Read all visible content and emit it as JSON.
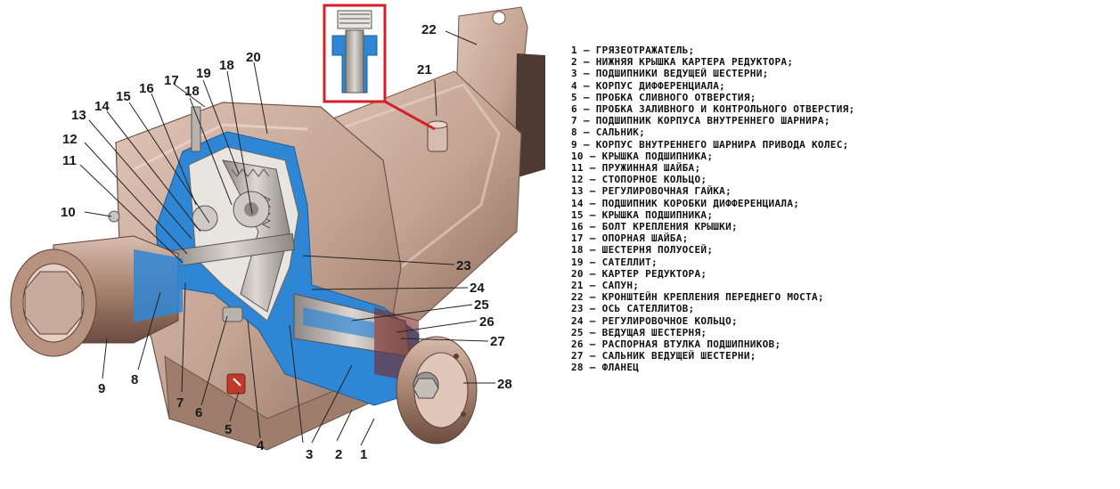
{
  "callouts": [
    {
      "num": "1",
      "text": "ГРЯЗЕОТРАЖАТЕЛЬ;"
    },
    {
      "num": "2",
      "text": "НИЖНЯЯ КРЫШКА КАРТЕРА РЕДУКТОРА;"
    },
    {
      "num": "3",
      "text": "ПОДШИПНИКИ ВЕДУЩЕЙ ШЕСТЕРНИ;"
    },
    {
      "num": "4",
      "text": "КОРПУС ДИФФЕРЕНЦИАЛА;"
    },
    {
      "num": "5",
      "text": "ПРОБКА СЛИВНОГО ОТВЕРСТИЯ;"
    },
    {
      "num": "6",
      "text": "ПРОБКА ЗАЛИВНОГО И КОНТРОЛЬНОГО ОТВЕРСТИЯ;"
    },
    {
      "num": "7",
      "text": "ПОДШИПНИК КОРПУСА ВНУТРЕННЕГО ШАРНИРА;"
    },
    {
      "num": "8",
      "text": "САЛЬНИК;"
    },
    {
      "num": "9",
      "text": "КОРПУС ВНУТРЕННЕГО ШАРНИРА ПРИВОДА КОЛЕС;"
    },
    {
      "num": "10",
      "text": "КРЫШКА ПОДШИПНИКА;"
    },
    {
      "num": "11",
      "text": "ПРУЖИННАЯ ШАЙБА;"
    },
    {
      "num": "12",
      "text": "СТОПОРНОЕ КОЛЬЦО;"
    },
    {
      "num": "13",
      "text": "РЕГУЛИРОВОЧНАЯ ГАЙКА;"
    },
    {
      "num": "14",
      "text": "ПОДШИПНИК КОРОБКИ ДИФФЕРЕНЦИАЛА;"
    },
    {
      "num": "15",
      "text": "КРЫШКА ПОДШИПНИКА;"
    },
    {
      "num": "16",
      "text": "БОЛТ КРЕПЛЕНИЯ КРЫШКИ;"
    },
    {
      "num": "17",
      "text": "ОПОРНАЯ ШАЙБА;"
    },
    {
      "num": "18",
      "text": "ШЕСТЕРНЯ ПОЛУОСЕЙ;"
    },
    {
      "num": "19",
      "text": "САТЕЛЛИТ;"
    },
    {
      "num": "20",
      "text": "КАРТЕР РЕДУКТОРА;"
    },
    {
      "num": "21",
      "text": "САПУН;"
    },
    {
      "num": "22",
      "text": "КРОНШТЕЙН КРЕПЛЕНИЯ ПЕРЕДНЕГО МОСТА;"
    },
    {
      "num": "23",
      "text": "ОСЬ САТЕЛЛИТОВ;"
    },
    {
      "num": "24",
      "text": "РЕГУЛИРОВОЧНОЕ КОЛЬЦО;"
    },
    {
      "num": "25",
      "text": "ВЕДУЩАЯ ШЕСТЕРНЯ;"
    },
    {
      "num": "26",
      "text": "РАСПОРНАЯ ВТУЛКА ПОДШИПНИКОВ;"
    },
    {
      "num": "27",
      "text": "САЛЬНИК ВЕДУЩЕЙ ШЕСТЕРНИ;"
    },
    {
      "num": "28",
      "text": "ФЛАНЕЦ"
    }
  ],
  "colors": {
    "housing": "#c9a998",
    "housing_dark": "#8f6f60",
    "section_blue": "#2f86d4",
    "gear_metal": "#b8b2ad",
    "inset_border": "#d21f2a",
    "plug_red": "#c0392b"
  }
}
